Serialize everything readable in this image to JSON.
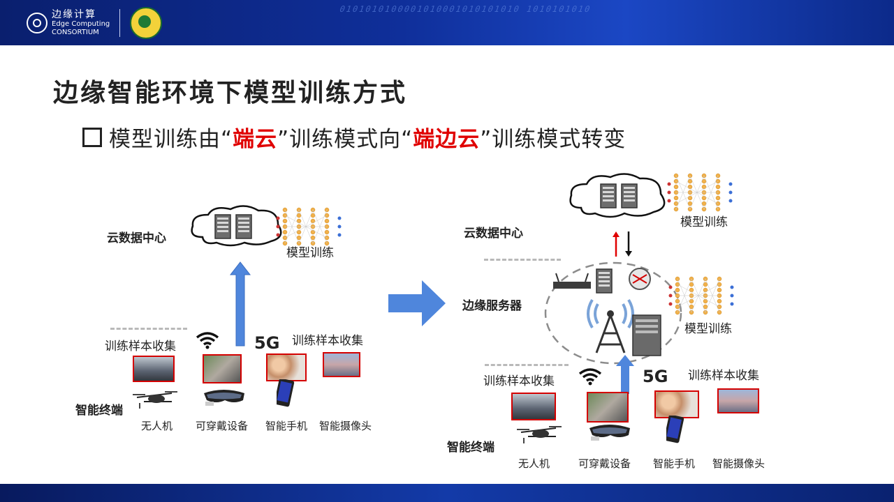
{
  "header": {
    "logo_cn": "边缘计算",
    "logo_en1": "Edge Computing",
    "logo_en2": "CONSORTIUM",
    "binary_text": "0101010100001010001010101010 10101010100010101001010001011 010101010010101001010001011"
  },
  "slide": {
    "title": "边缘智能环境下模型训练方式",
    "bullet_pre": "模型训练由“",
    "bullet_red1": "端云",
    "bullet_mid": "”训练模式向“",
    "bullet_red2": "端边云",
    "bullet_post": "”训练模式转变"
  },
  "left": {
    "cloud_label": "云数据中心",
    "model_label": "模型训练",
    "collect_label1": "训练样本收集",
    "collect_label2": "训练样本收集",
    "terminal_label": "智能终端",
    "devices": [
      "无人机",
      "可穿戴设备",
      "智能手机",
      "智能摄像头"
    ],
    "fiveg": "5G"
  },
  "right": {
    "cloud_label": "云数据中心",
    "model_label_cloud": "模型训练",
    "edge_label": "边缘服务器",
    "model_label_edge": "模型训练",
    "collect_label1": "训练样本收集",
    "collect_label2": "训练样本收集",
    "terminal_label": "智能终端",
    "devices": [
      "无人机",
      "可穿戴设备",
      "智能手机",
      "智能摄像头"
    ],
    "fiveg": "5G"
  },
  "colors": {
    "accent_red": "#e00000",
    "arrow_blue": "#4f86dc",
    "banner_blue": "#0f2f9a"
  }
}
